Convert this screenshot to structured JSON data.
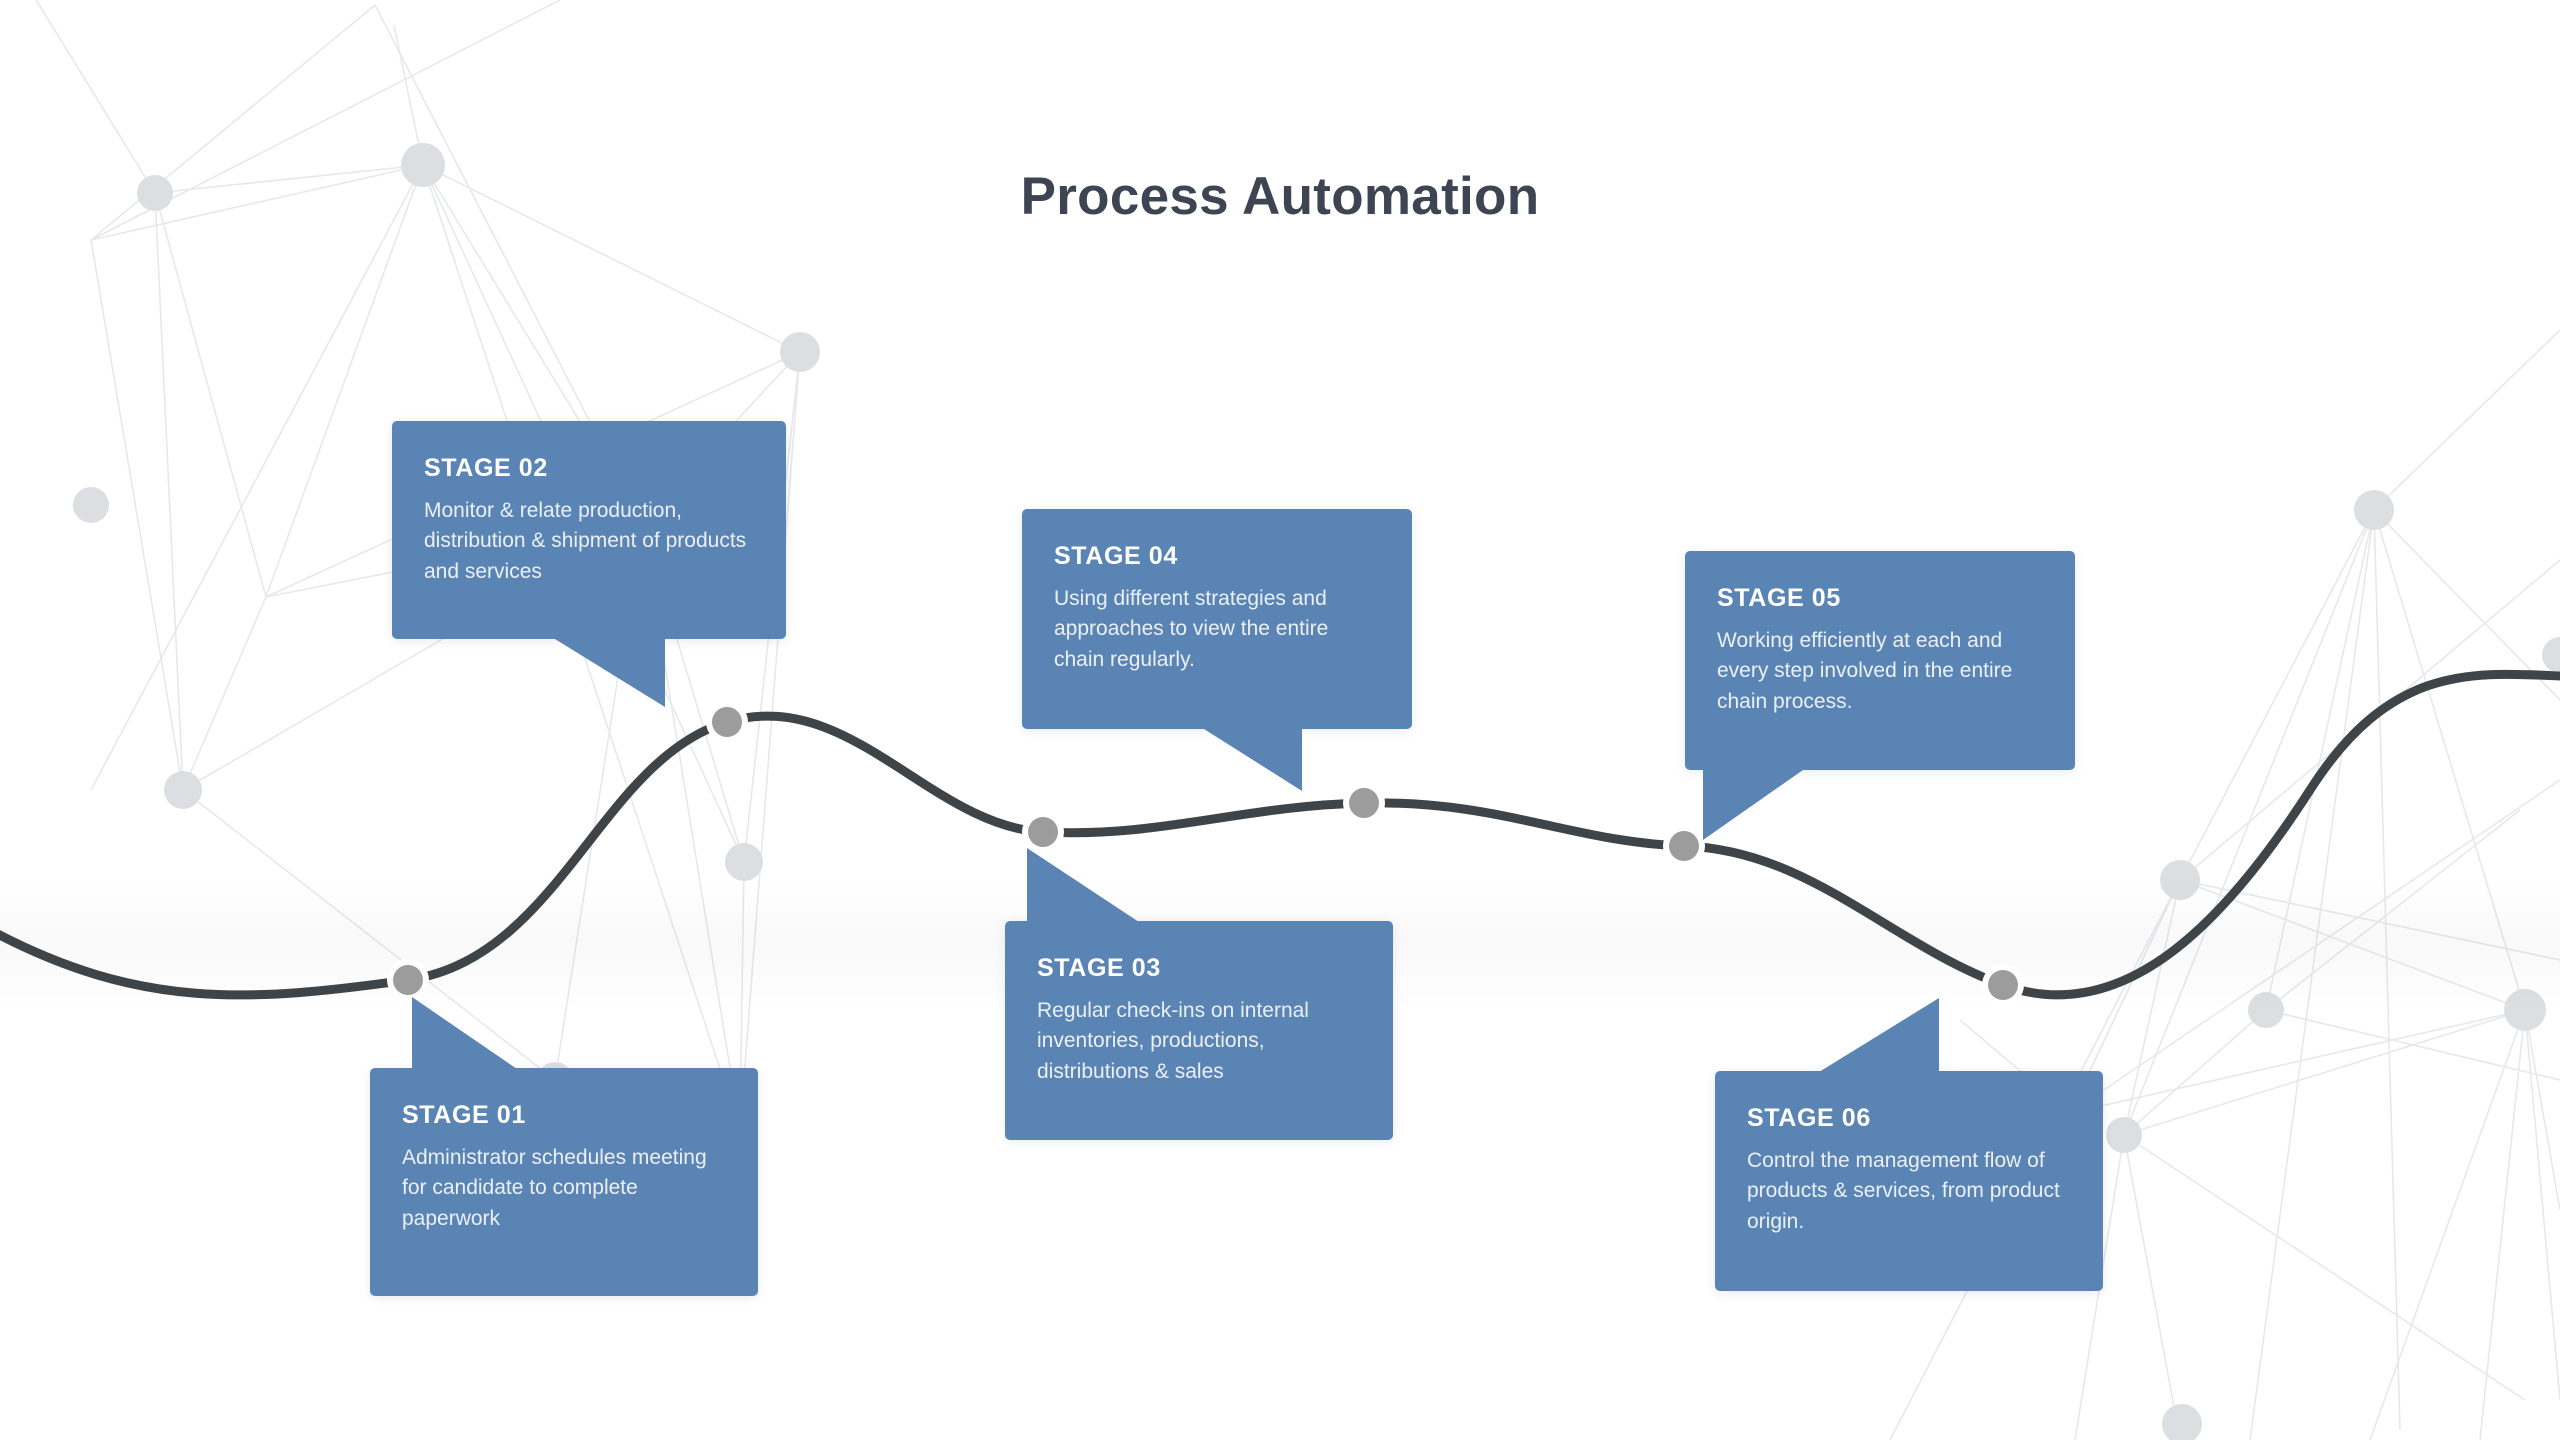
{
  "slide": {
    "title": "Process Automation",
    "background_color": "#ffffff",
    "accent_color": "#5a84b4",
    "title_color": "#3d4452",
    "curve_color": "#3f4448",
    "node_color": "#9c9c9c",
    "mesh_color": "#e4e6e9"
  },
  "stages": [
    {
      "id": "stage-01",
      "title": "STAGE 01",
      "description": "Administrator schedules meeting for candidate to complete paperwork"
    },
    {
      "id": "stage-02",
      "title": "STAGE 02",
      "description": "Monitor & relate production, distribution & shipment of products and services"
    },
    {
      "id": "stage-03",
      "title": "STAGE 03",
      "description": "Regular check-ins on internal inventories, productions, distributions & sales"
    },
    {
      "id": "stage-04",
      "title": "STAGE 04",
      "description": "Using different strategies and approaches to view the entire chain regularly."
    },
    {
      "id": "stage-05",
      "title": "STAGE 05",
      "description": "Working efficiently at each and every step involved in the entire chain process."
    },
    {
      "id": "stage-06",
      "title": "STAGE 06",
      "description": "Control the management flow of products & services, from product origin."
    }
  ],
  "chart_data": {
    "type": "line",
    "title": "Process Automation",
    "xlabel": "",
    "ylabel": "",
    "series": [
      {
        "name": "process-flow",
        "points": [
          {
            "stage": "STAGE 01",
            "x": 408,
            "y": 980
          },
          {
            "stage": "STAGE 02",
            "x": 727,
            "y": 722
          },
          {
            "stage": "STAGE 03",
            "x": 1043,
            "y": 832
          },
          {
            "stage": "STAGE 04",
            "x": 1364,
            "y": 803
          },
          {
            "stage": "STAGE 05",
            "x": 1684,
            "y": 846
          },
          {
            "stage": "STAGE 06",
            "x": 2003,
            "y": 985
          }
        ]
      }
    ],
    "grid": false,
    "legend": "none"
  }
}
